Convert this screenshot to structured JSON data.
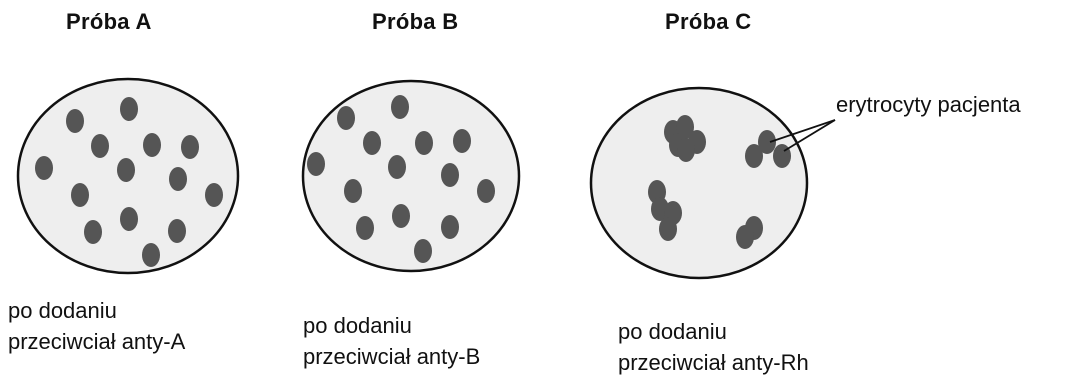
{
  "samples": [
    {
      "title": "Próba A",
      "caption_line1": "po dodaniu",
      "caption_line2": "przeciwciał anty-A"
    },
    {
      "title": "Próba B",
      "caption_line1": "po dodaniu",
      "caption_line2": "przeciwciał anty-B"
    },
    {
      "title": "Próba C",
      "caption_line1": "po dodaniu",
      "caption_line2": "przeciwciał anty-Rh"
    }
  ],
  "callout_label": "erytrocyty pacjenta",
  "colors": {
    "dish_fill": "#eeeeee",
    "dish_stroke": "#111111",
    "cell_fill": "#555555",
    "text": "#111111"
  }
}
